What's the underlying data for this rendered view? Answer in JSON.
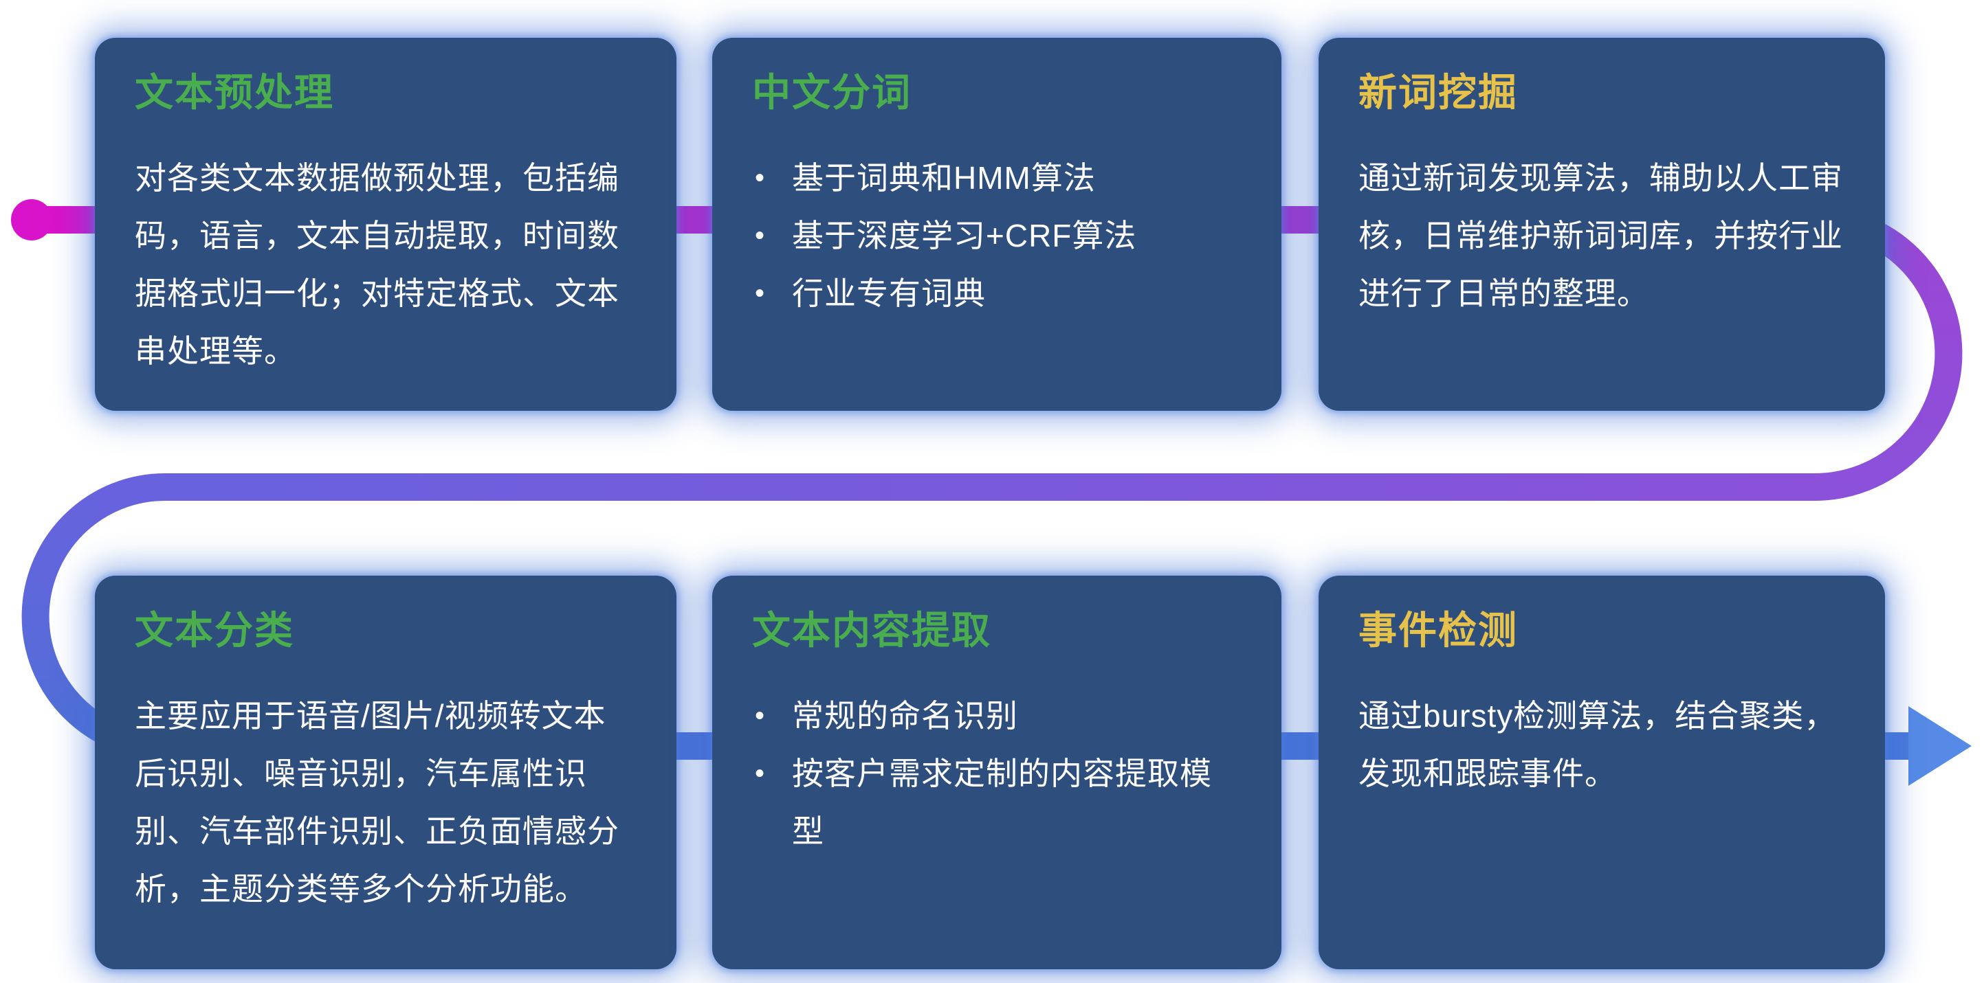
{
  "cards": [
    {
      "title": "文本预处理",
      "title_color": "green",
      "body": "对各类文本数据做预处理，包括编码，语言，文本自动提取，时间数据格式归一化；对特定格式、文本串处理等。"
    },
    {
      "title": "中文分词",
      "title_color": "green",
      "bullets": [
        "基于词典和HMM算法",
        "基于深度学习+CRF算法",
        "行业专有词典"
      ]
    },
    {
      "title": "新词挖掘",
      "title_color": "yellow",
      "body": "通过新词发现算法，辅助以人工审核，日常维护新词词库，并按行业进行了日常的整理。"
    },
    {
      "title": "文本分类",
      "title_color": "green",
      "body": "主要应用于语音/图片/视频转文本后识别、噪音识别，汽车属性识别、汽车部件识别、正负面情感分析，主题分类等多个分析功能。"
    },
    {
      "title": "文本内容提取",
      "title_color": "green",
      "bullets": [
        "常规的命名识别",
        "按客户需求定制的内容提取模型"
      ]
    },
    {
      "title": "事件检测",
      "title_color": "yellow",
      "body": "通过bursty检测算法，结合聚类，发现和跟踪事件。"
    }
  ],
  "colors": {
    "card_bg": "#2e4e7d",
    "card_glow": "#3e6ecd",
    "title_green": "#4aae4e",
    "title_yellow": "#e6c24a",
    "body_text": "#ffffff",
    "pipe_pink": "#d813ca",
    "pipe_magenta": "#c21fca",
    "pipe_purple": "#9c46d4",
    "pipe_violet": "#8b51da",
    "pipe_indigo": "#6862de",
    "pipe_blue": "#4f70d6",
    "pipe_blue2": "#4b79dc",
    "arrow_blue": "#568ae6"
  }
}
